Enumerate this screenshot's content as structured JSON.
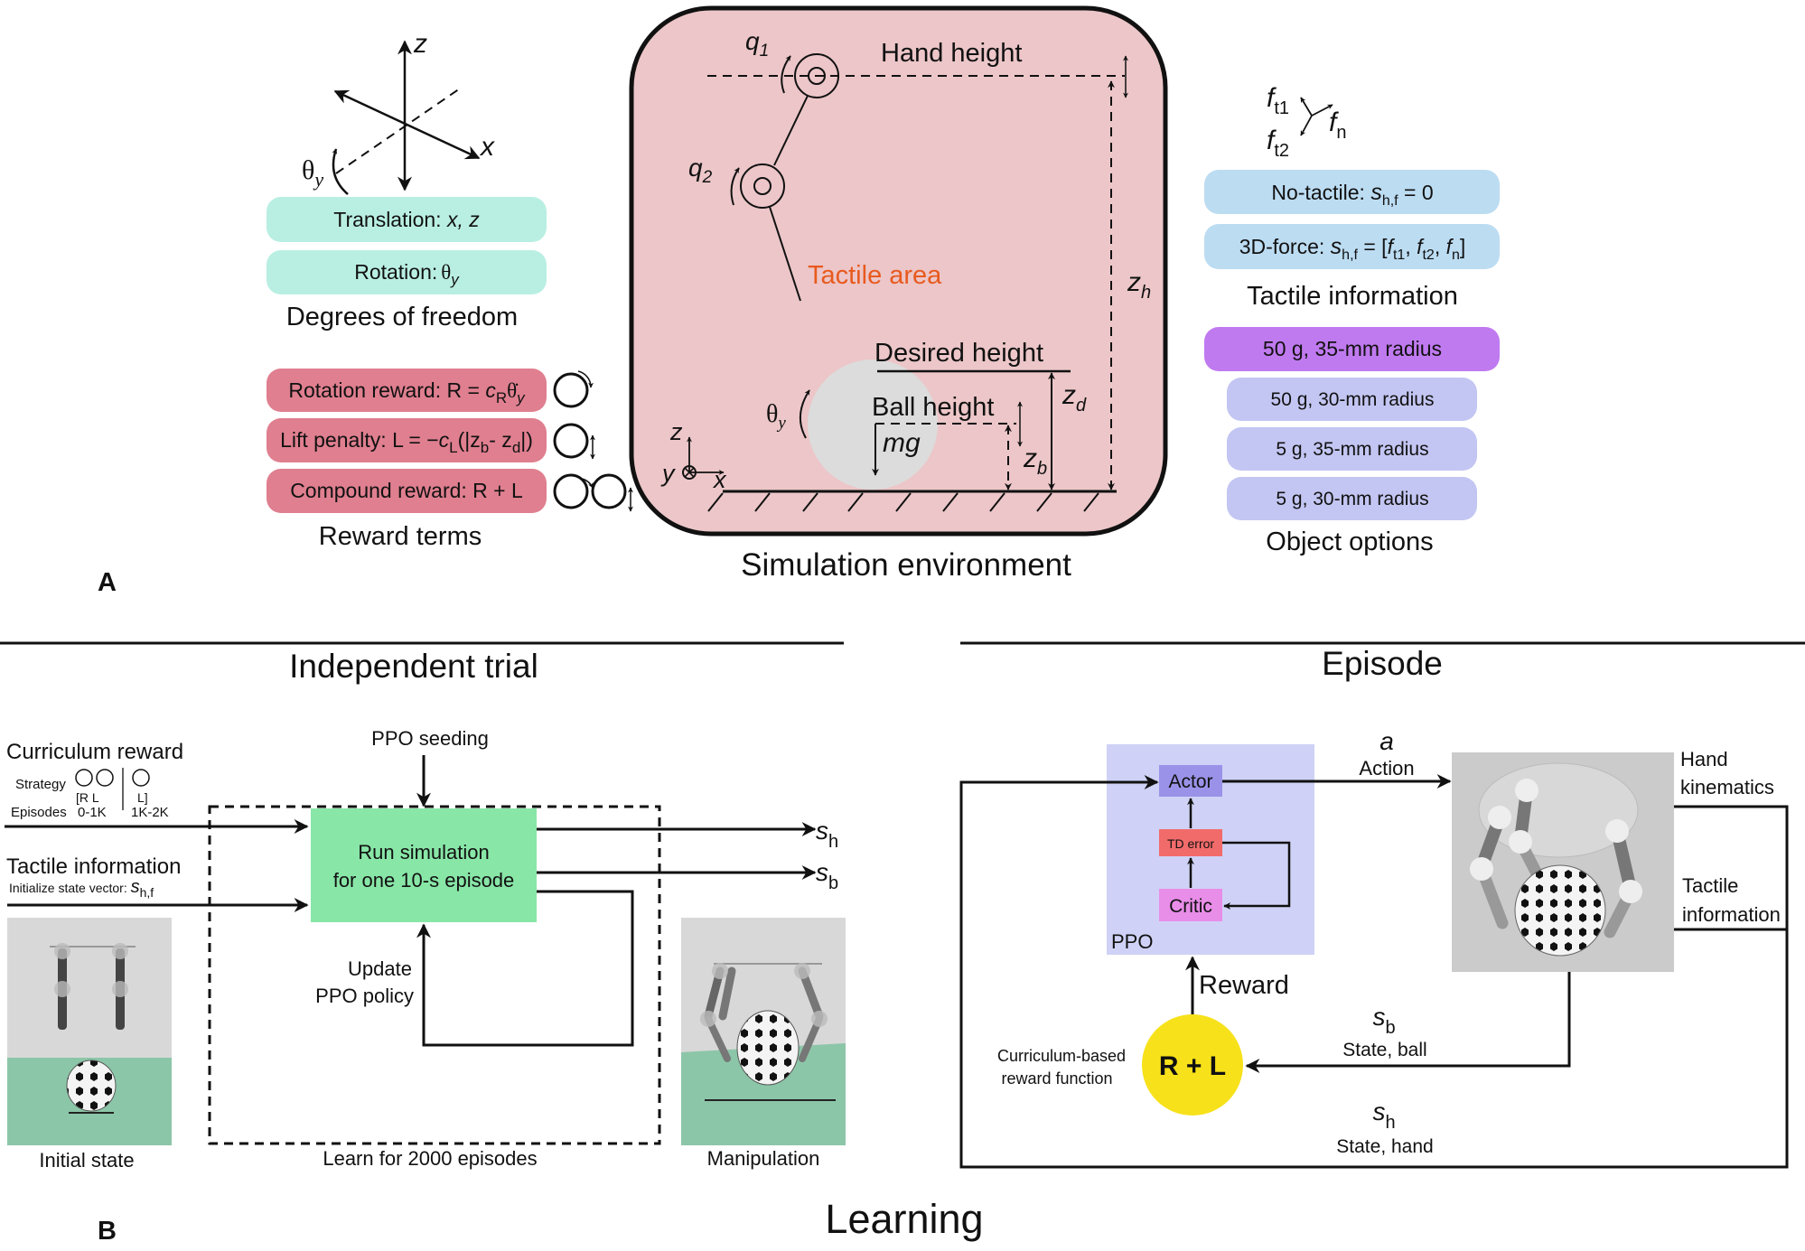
{
  "panel_labels": {
    "a": "A",
    "b": "B"
  },
  "colors": {
    "dof_pill": "#b9efe2",
    "reward_pill": "#df7f8f",
    "sim_bg": "#ecc6c8",
    "tactile_pill": "#bcdcf2",
    "object_selected": "#c07af0",
    "object_option": "#c3c6f2",
    "tactile_area_text": "#e85a1e",
    "run_sim_box": "#88e6a7",
    "ppo_bg": "#cfd2f6",
    "actor": "#9a92e8",
    "td_error": "#f26b6b",
    "critic": "#e88de8",
    "reward_circle": "#f7e11a",
    "floor_green": "#8cc6a8",
    "scene_gray": "#d8d8d8"
  },
  "dof": {
    "axes": {
      "z": "z",
      "x": "x",
      "theta": "θ",
      "theta_sub": "y"
    },
    "items": [
      {
        "label": "Translation: ",
        "math": "x, z"
      },
      {
        "label": "Rotation:",
        "math": "θ",
        "sub": "y"
      }
    ],
    "caption": "Degrees of freedom"
  },
  "reward_terms": {
    "items": [
      {
        "prefix": "Rotation reward: R = ",
        "c": "c",
        "c_sub": "R",
        "theta": "θ̇",
        "theta_sub": "y"
      },
      {
        "prefix": "Lift penalty: L = −",
        "c": "c",
        "c_sub": "L",
        "rest1": "(|z",
        "zb_sub": "b",
        "rest2": "- z",
        "zd_sub": "d",
        "rest3": "|)"
      },
      {
        "prefix": "Compound reward: R + L"
      }
    ],
    "caption": "Reward terms"
  },
  "simulation": {
    "q1": "q",
    "q1_sub": "1",
    "q2": "q",
    "q2_sub": "2",
    "hand_height": "Hand height",
    "tactile_area": "Tactile area",
    "zh": "z",
    "zh_sub": "h",
    "desired_height": "Desired height",
    "ball_height": "Ball height",
    "zd": "z",
    "zd_sub": "d",
    "zb": "z",
    "zb_sub": "b",
    "mg": "mg",
    "theta": "θ",
    "theta_sub": "y",
    "frame": {
      "z": "z",
      "y": "y",
      "x": "x"
    },
    "caption": "Simulation environment"
  },
  "tactile": {
    "forces": {
      "ft1": "f",
      "ft1_sub": "t1",
      "ft2": "f",
      "ft2_sub": "t2",
      "fn": "f",
      "fn_sub": "n"
    },
    "items": [
      {
        "prefix": "No-tactile: ",
        "s": "s",
        "s_sub": "h,f",
        "suffix": " = 0"
      },
      {
        "prefix": "3D-force: ",
        "s": "s",
        "s_sub": "h,f",
        "mid": " = [",
        "f1": "f",
        "f1_sub": "t1",
        "sep1": ", ",
        "f2": "f",
        "f2_sub": "t2",
        "sep2": ", ",
        "f3": "f",
        "f3_sub": "n",
        "end": "]"
      }
    ],
    "caption": "Tactile information"
  },
  "objects": {
    "selected": "50 g, 35-mm radius",
    "options": [
      "50 g, 30-mm radius",
      "5 g, 35-mm radius",
      "5 g, 30-mm radius"
    ],
    "caption": "Object options"
  },
  "trial": {
    "title": "Independent trial",
    "curriculum": {
      "title": "Curriculum reward",
      "strategy_label": "Strategy",
      "strategy_1": "[R    L",
      "strategy_2": "L]",
      "episodes_label": "Episodes",
      "episodes_1": "0-1K",
      "episodes_2": "1K-2K"
    },
    "tactile": {
      "title": "Tactile information",
      "init": "Initialize state vector: ",
      "s": "s",
      "s_sub": "h,f"
    },
    "ppo_seeding": "PPO seeding",
    "run_line1": "Run simulation",
    "run_line2": "for one 10-s episode",
    "update_line1": "Update",
    "update_line2": "PPO policy",
    "learn_caption": "Learn for 2000 episodes",
    "out_sh": "s",
    "out_sh_sub": "h",
    "out_sb": "s",
    "out_sb_sub": "b",
    "initial_state": "Initial state",
    "manipulation": "Manipulation"
  },
  "episode": {
    "title": "Episode",
    "actor": "Actor",
    "td_error": "TD error",
    "critic": "Critic",
    "ppo": "PPO",
    "action_symbol": "a",
    "action": "Action",
    "hand_kinematics_1": "Hand",
    "hand_kinematics_2": "kinematics",
    "tactile_1": "Tactile",
    "tactile_2": "information",
    "reward": "Reward",
    "reward_fn": "R + L",
    "reward_fn_caption_1": "Curriculum-based",
    "reward_fn_caption_2": "reward function",
    "sb": "s",
    "sb_sub": "b",
    "state_ball": "State, ball",
    "sh": "s",
    "sh_sub": "h",
    "state_hand": "State, hand"
  },
  "learning_title": "Learning"
}
